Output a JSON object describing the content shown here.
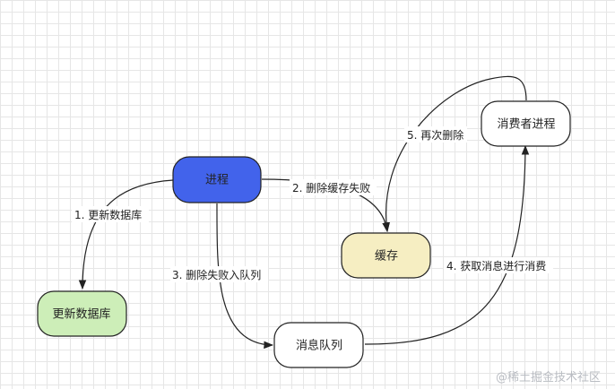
{
  "nodes": {
    "process": {
      "label": "进程",
      "color": "#4263eb"
    },
    "update_db": {
      "label": "更新数据库",
      "color": "#cdeeb8"
    },
    "cache": {
      "label": "缓存",
      "color": "#f6eec2"
    },
    "queue": {
      "label": "消息队列",
      "color": "#ffffff"
    },
    "consumer": {
      "label": "消费者进程",
      "color": "#ffffff"
    }
  },
  "edges": {
    "e1": {
      "label": "1. 更新数据库"
    },
    "e2": {
      "label": "2. 删除缓存失败"
    },
    "e3": {
      "label": "3. 删除失败入队列"
    },
    "e4": {
      "label": "4. 获取消息进行消费"
    },
    "e5": {
      "label": "5. 再次删除"
    }
  },
  "watermark": "@稀土掘金技术社区"
}
